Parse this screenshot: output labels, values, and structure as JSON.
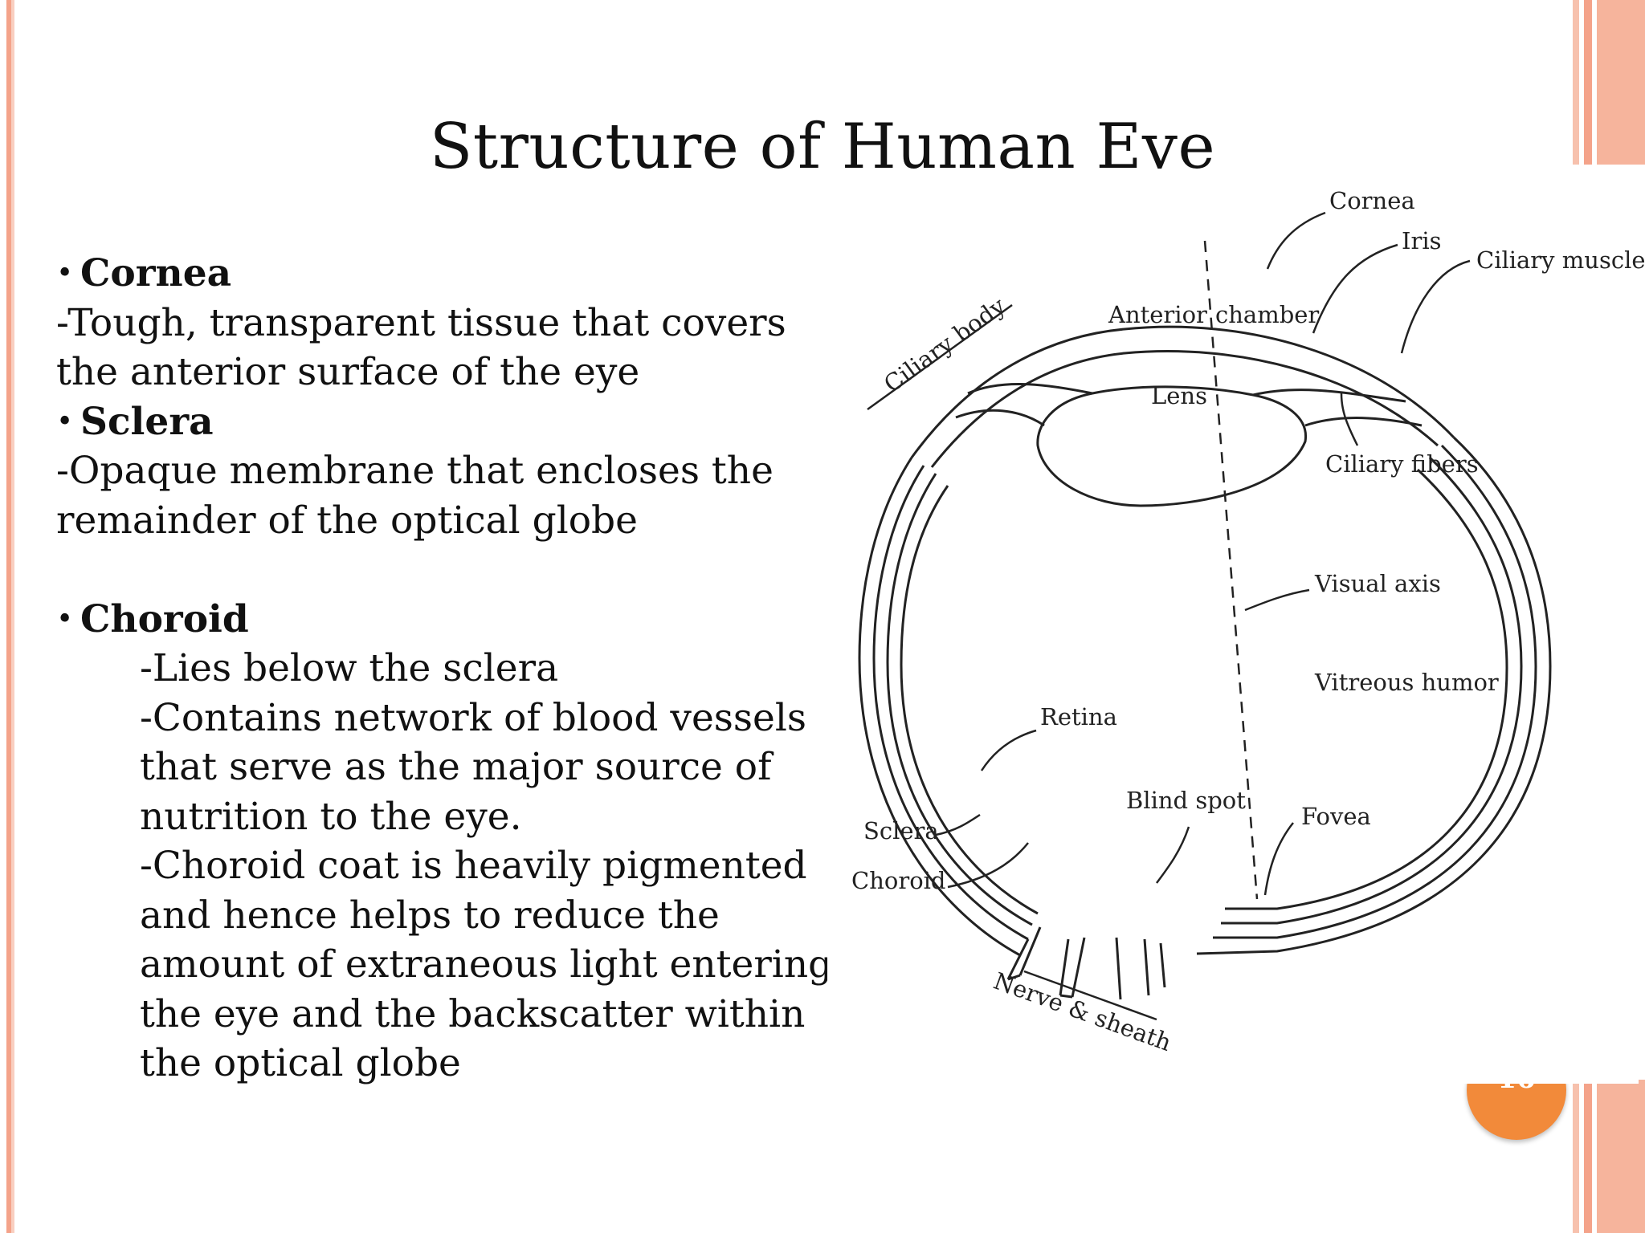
{
  "slide": {
    "title": "Structure of Human Eye",
    "page_number": "16",
    "colors": {
      "accent_bar": "#f4a38a",
      "page_badge": "#f28a3a",
      "text": "#111111"
    }
  },
  "content": {
    "bullet_cornea": "Cornea",
    "cornea_line1": "-Tough, transparent tissue that covers",
    "cornea_line2": "the anterior surface of the eye",
    "bullet_sclera": "Sclera",
    "sclera_line1": "-Opaque membrane that encloses the",
    "sclera_line2": "remainder of the optical globe",
    "bullet_choroid": "Choroid",
    "choroid_lines": [
      "-Lies below the sclera",
      "-Contains network of blood vessels",
      "that serve as the major source of",
      "nutrition to the eye.",
      "-Choroid coat is heavily pigmented",
      "and hence helps to reduce the",
      "amount of extraneous light entering",
      "the eye and the backscatter within",
      "the optical globe"
    ]
  },
  "diagram": {
    "labels": {
      "cornea": "Cornea",
      "iris": "Iris",
      "ciliary_muscle": "Ciliary muscle",
      "ciliary_body": "Ciliary body",
      "anterior": "Anterior",
      "chamber": "chamber",
      "lens": "Lens",
      "ciliary_fibers": "Ciliary fibers",
      "visual_axis": "Visual axis",
      "vitreous_humor": "Vitreous humor",
      "retina": "Retina",
      "blind_spot": "Blind spot",
      "fovea": "Fovea",
      "sclera": "Sclera",
      "choroid": "Choroid",
      "nerve_sheath": "Nerve & sheath"
    }
  }
}
